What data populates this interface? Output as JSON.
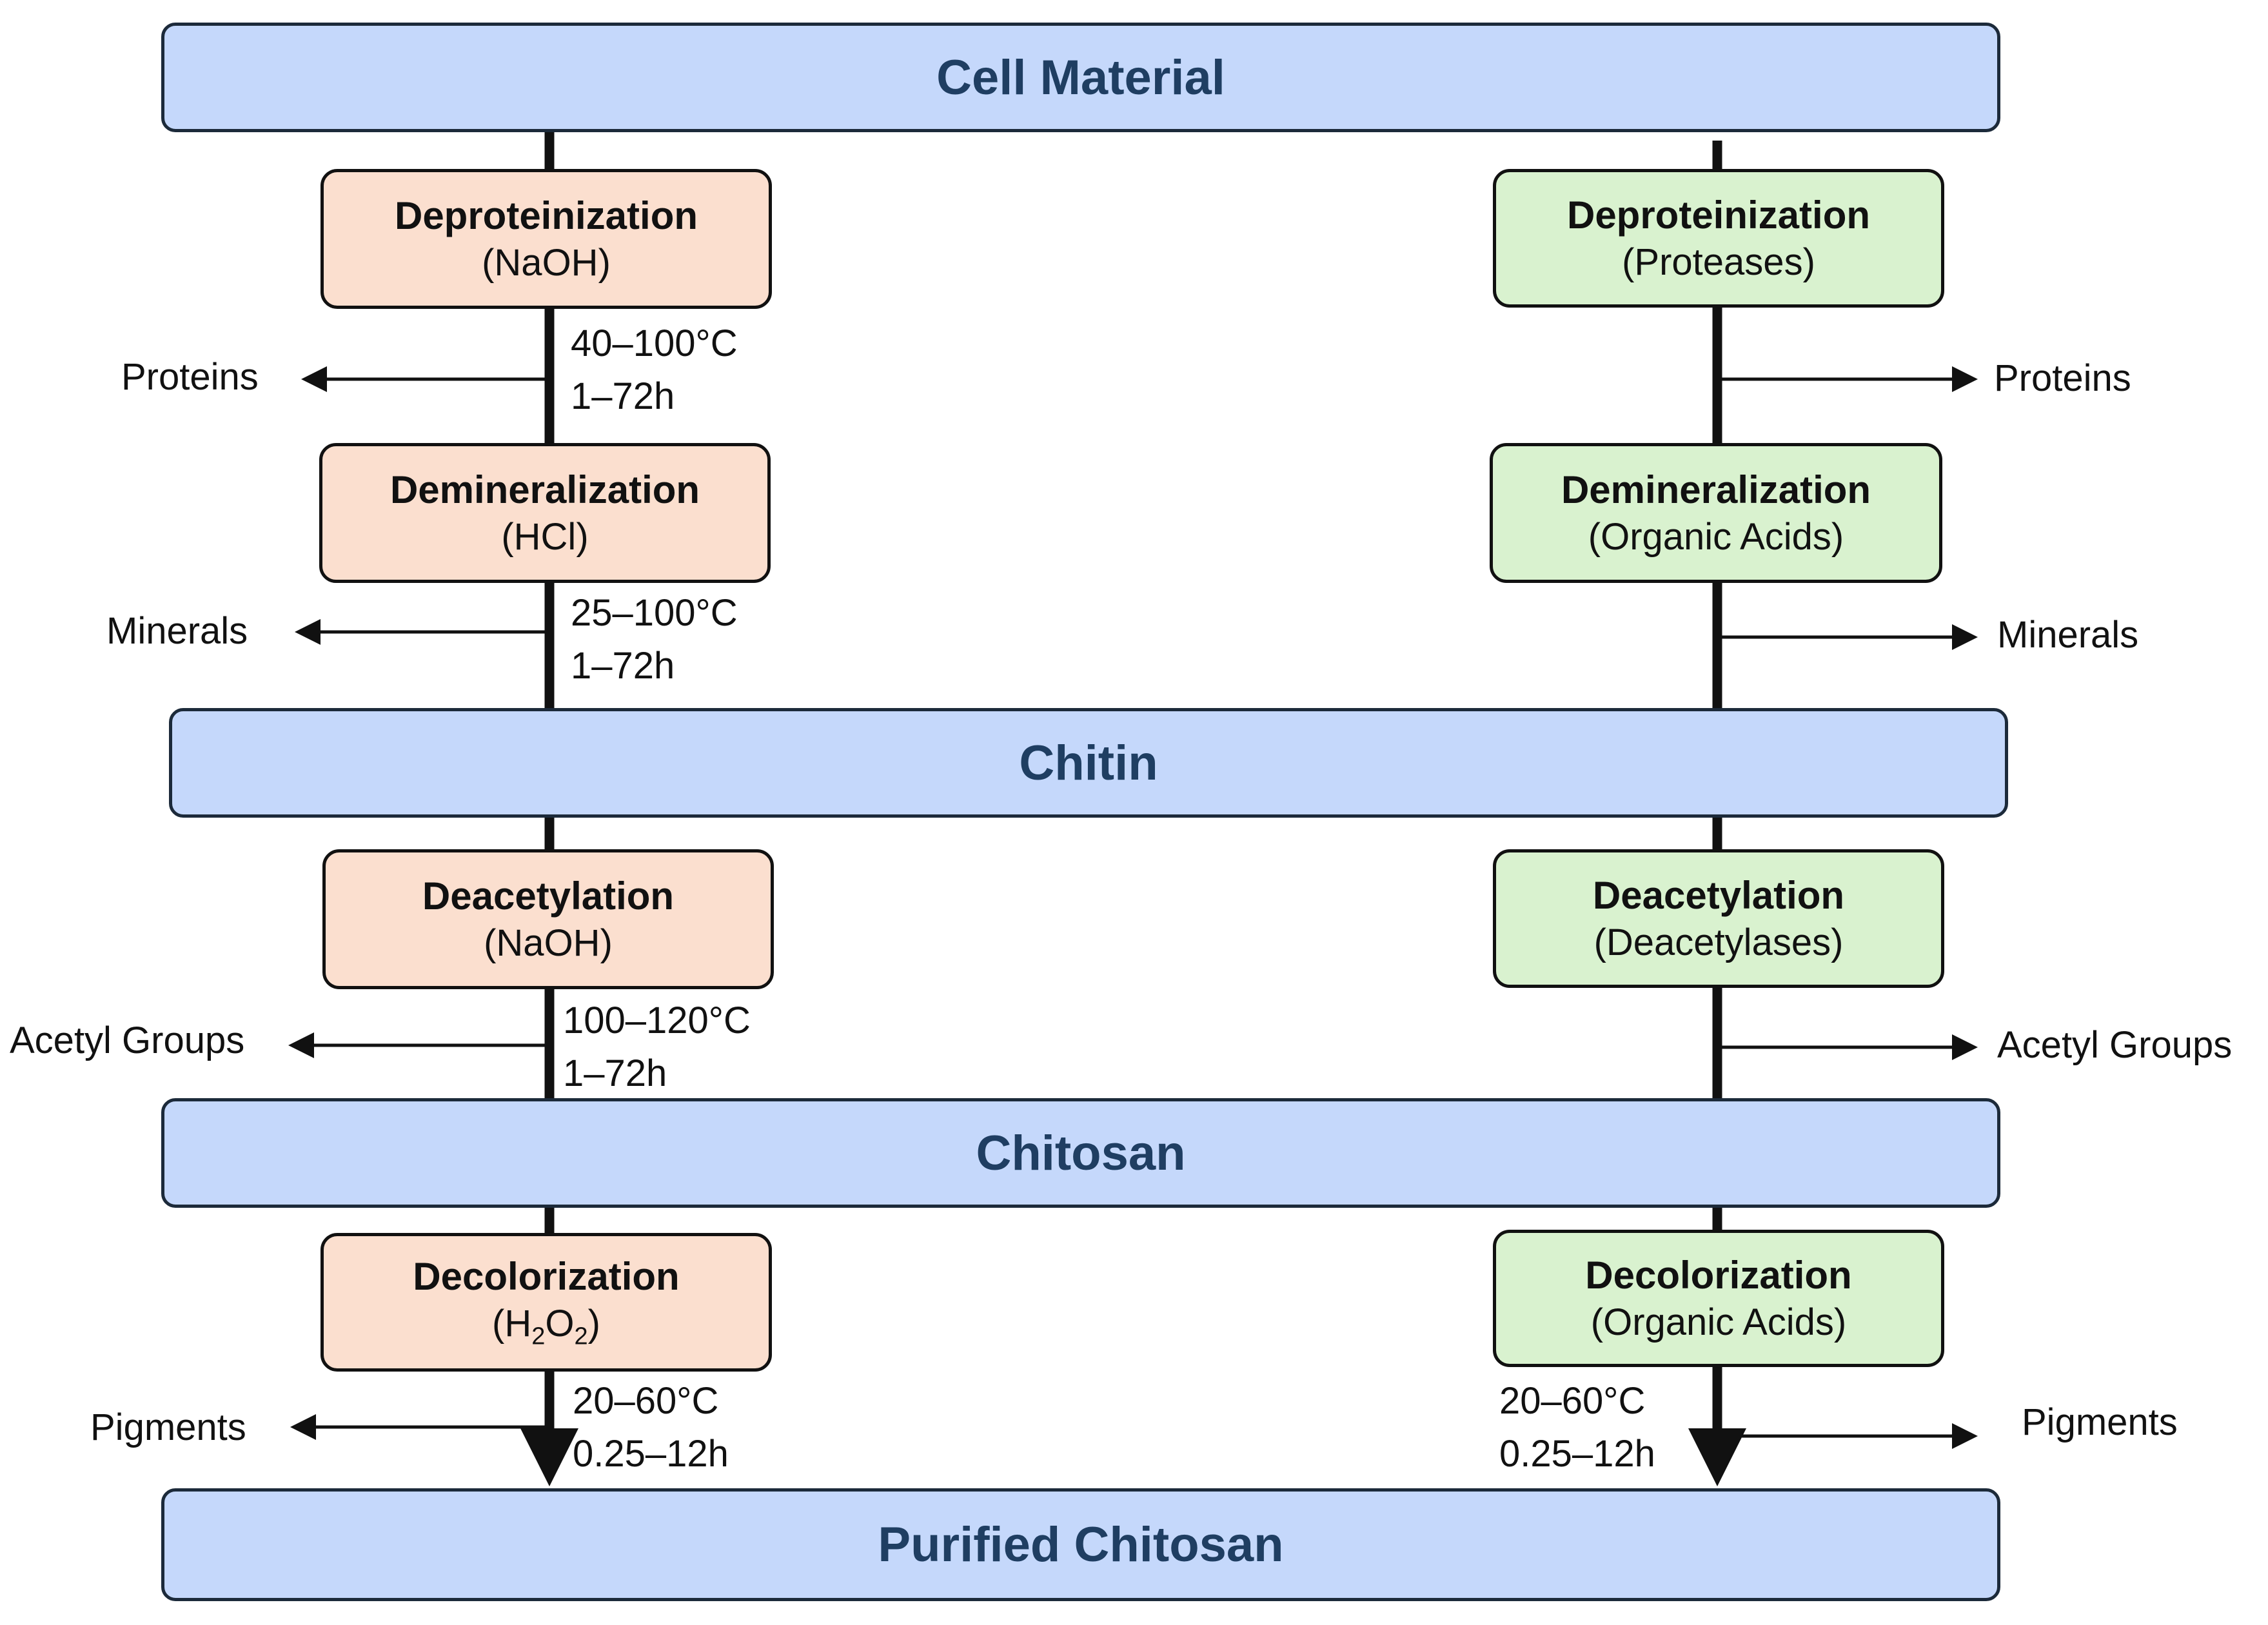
{
  "bands": {
    "cell_material": "Cell Material",
    "chitin": "Chitin",
    "chitosan": "Chitosan",
    "purified_chitosan": "Purified Chitosan"
  },
  "chemical": {
    "deproteinization": {
      "title": "Deproteinization",
      "agent": "(NaOH)",
      "temp": "40–100°C",
      "time": "1–72h",
      "byproduct": "Proteins"
    },
    "demineralization": {
      "title": "Demineralization",
      "agent": "(HCl)",
      "temp": "25–100°C",
      "time": "1–72h",
      "byproduct": "Minerals"
    },
    "deacetylation": {
      "title": "Deacetylation",
      "agent": "(NaOH)",
      "temp": "100–120°C",
      "time": "1–72h",
      "byproduct": "Acetyl Groups"
    },
    "decolorization": {
      "title": "Decolorization",
      "agent_prefix": "(H",
      "agent_sub1": "2",
      "agent_mid": "O",
      "agent_sub2": "2",
      "agent_suffix": ")",
      "temp": "20–60°C",
      "time": "0.25–12h",
      "byproduct": "Pigments"
    }
  },
  "biological": {
    "deproteinization": {
      "title": "Deproteinization",
      "agent": "(Proteases)",
      "byproduct": "Proteins"
    },
    "demineralization": {
      "title": "Demineralization",
      "agent": "(Organic Acids)",
      "byproduct": "Minerals"
    },
    "deacetylation": {
      "title": "Deacetylation",
      "agent": "(Deacetylases)",
      "byproduct": "Acetyl Groups"
    },
    "decolorization": {
      "title": "Decolorization",
      "agent": "(Organic Acids)",
      "temp": "20–60°C",
      "time": "0.25–12h",
      "byproduct": "Pigments"
    }
  },
  "colors": {
    "band_fill": "#c5d8fb",
    "band_text": "#1f3e62",
    "chemical_fill": "#fbdfcf",
    "biological_fill": "#d9f2cf",
    "stroke": "#111111"
  }
}
